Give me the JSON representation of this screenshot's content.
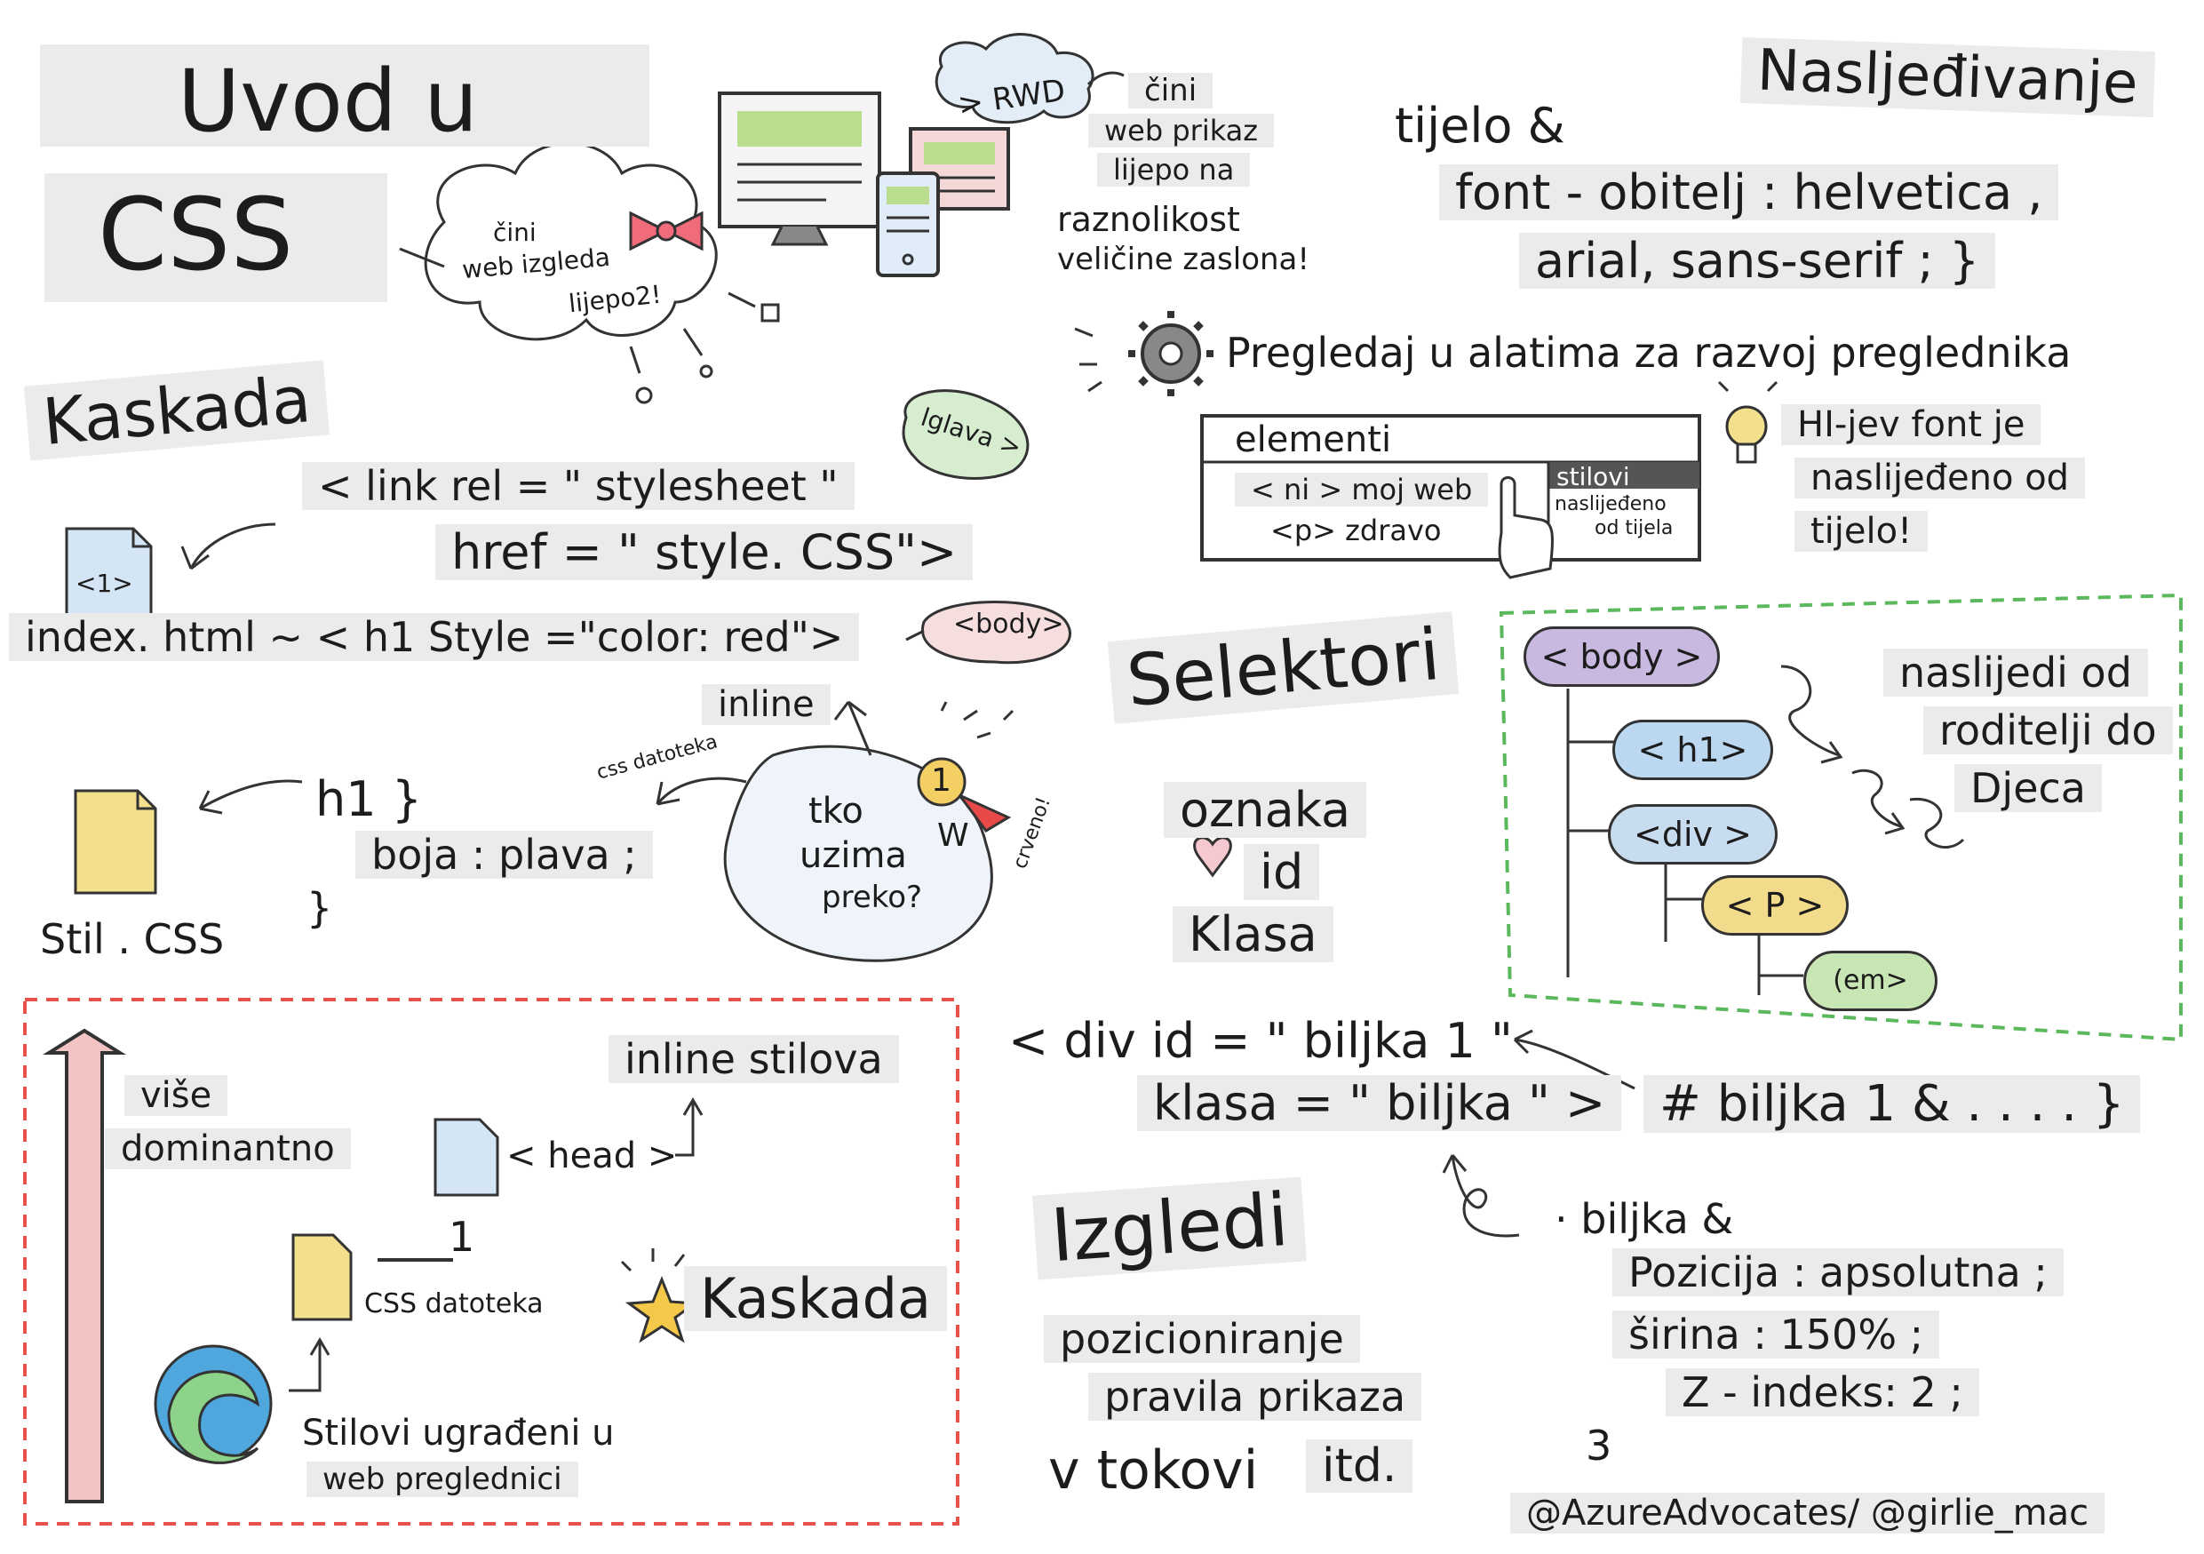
{
  "title": {
    "line1": "Uvod u",
    "line2": "CSS"
  },
  "cloud_left": {
    "line1": "čini",
    "line2": "web izgleda",
    "line3": "lijepo2!"
  },
  "rwd": {
    "label": "> RWD",
    "line1": "čini",
    "line2": "web prikaz",
    "line3": "lijepo na",
    "line4": "raznolikost",
    "line5": "veličine zaslona!"
  },
  "inheritance": {
    "title": "Nasljeđivanje",
    "line1": "tijelo &",
    "line2": "font - obitelj : helvetica ,",
    "line3": "arial, sans-serif ; }",
    "inspect": "Pregledaj u alatima za razvoj preglednika",
    "panel_elements": "elementi",
    "panel_node1": "< ni > moj web",
    "panel_node2": "<p> zdravo",
    "panel_styles": "stilovi",
    "panel_inherited1": "naslijeđeno",
    "panel_inherited2": "od tijela",
    "note1": "HI-jev font je",
    "note2": "naslijeđeno od",
    "note3": "tijelo!"
  },
  "cascade": {
    "title": "Kaskada",
    "bubble_head": "lglava >",
    "link1": "< link rel = \" stylesheet \"",
    "link2": "href = \" style. CSS\">",
    "file_h1": "<1>",
    "inline_code": "index. html ~ < h1 Style =\"color: red\">",
    "bubble_body": "<body>",
    "inline_label": "inline",
    "css_file_label": "css datoteka",
    "rule1": "h1 }",
    "rule2": "boja : plava ;",
    "rule3": "}",
    "file_css": "Stil . CSS",
    "winner1": "tko",
    "winner2": "uzima",
    "winner3": "preko?",
    "medal_num": "1",
    "medal_w": "W",
    "medal_red": "crveno!"
  },
  "priority_box": {
    "more1": "više",
    "more2": "dominantno",
    "inline_styles": "inline stilova",
    "head": "< head >",
    "head_num": "1",
    "css_file": "CSS datoteka",
    "cascade": "Kaskada",
    "browser1": "Stilovi ugrađeni u",
    "browser2": "web preglednici"
  },
  "selectors": {
    "title": "Selektori",
    "item1": "oznaka",
    "item2": "id",
    "item3": "Klasa",
    "div1": "< div id = \" biljka 1 \"",
    "div2": "klasa = \" biljka \" >",
    "id_rule": "# biljka 1 & . . . . }",
    "class1": "· biljka &",
    "class2": "Pozicija : apsolutna ;",
    "class3": "širina : 150% ;",
    "class4": "Z - indeks: 2 ;",
    "class5": "3"
  },
  "tree": {
    "body": "< body >",
    "h1": "< h1>",
    "div": "<div >",
    "p": "< P >",
    "em": "(em>",
    "note1": "naslijedi od",
    "note2": "roditelji do",
    "note3": "Djeca"
  },
  "layouts": {
    "title": "Izgledi",
    "item1": "pozicioniranje",
    "item2": "pravila prikaza",
    "item3": "v tokovi",
    "item4": "itd."
  },
  "credit": "@AzureAdvocates/ @girlie_mac",
  "colors": {
    "red_box": "#e8524a",
    "green_box": "#5cb85c",
    "body_tag": "#c9b8e0",
    "h1_tag": "#bcd8f0",
    "div_tag": "#c8dcef",
    "p_tag": "#f2dc8c",
    "em_tag": "#c8e6b4",
    "bow": "#f06c7a",
    "arrow": "#f4c4c4"
  }
}
